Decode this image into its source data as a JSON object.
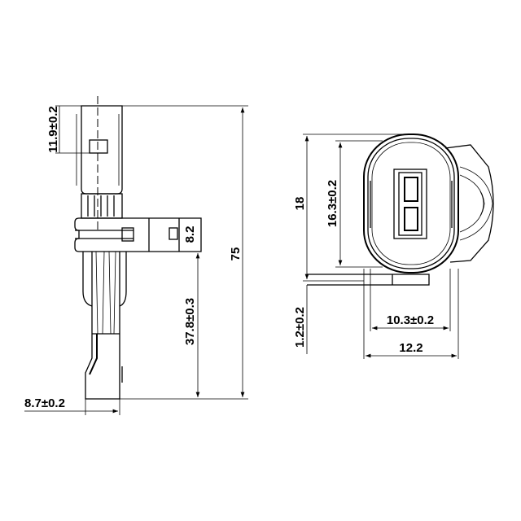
{
  "side_view": {
    "dim_top_width": "11.9±0.2",
    "dim_flange": "8.2",
    "dim_total_length": "75",
    "dim_probe_length": "37.8±0.3",
    "dim_tip_width": "8.7±0.2"
  },
  "front_view": {
    "dim_outer_height": "18",
    "dim_inner_height": "16.3±0.2",
    "dim_base": "1.2±0.2",
    "dim_inner_width": "10.3±0.2",
    "dim_outer_width": "12.2"
  }
}
